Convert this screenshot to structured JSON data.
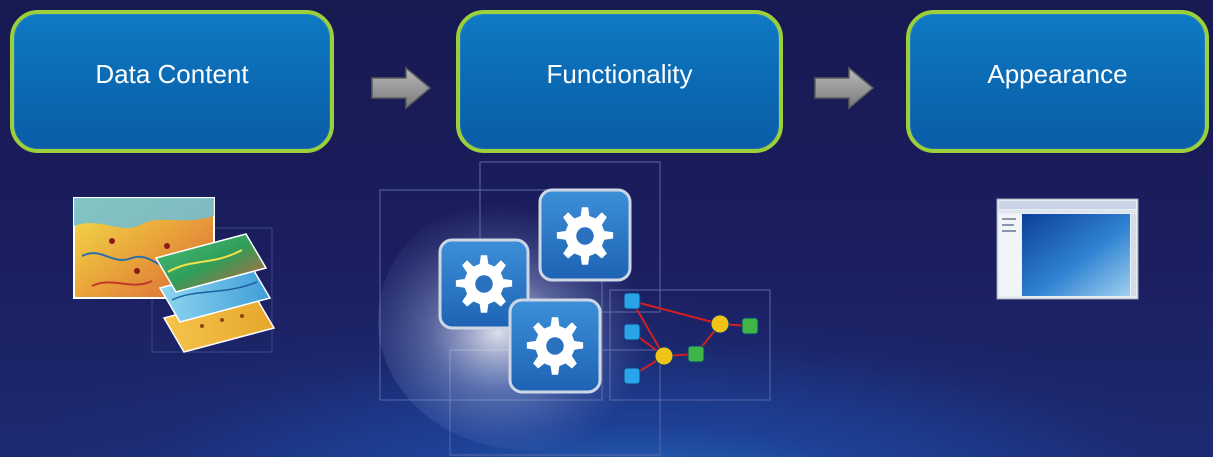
{
  "diagram": {
    "steps": [
      {
        "label": "Data Content"
      },
      {
        "label": "Functionality"
      },
      {
        "label": "Appearance"
      }
    ],
    "colors": {
      "box_fill": "#0b6ab4",
      "box_border": "#9bd03a",
      "arrow": "#8a8a8a",
      "background": "#1a1d5a",
      "gear_tile": "#1f72c4",
      "network_line": "#d42020",
      "node_blue": "#2aa4e8",
      "node_yellow": "#f2c417",
      "node_green": "#3fb548"
    },
    "icons": {
      "step1": "map-layers-icon",
      "step2": "gear-network-icon",
      "step3": "app-window-icon"
    }
  }
}
